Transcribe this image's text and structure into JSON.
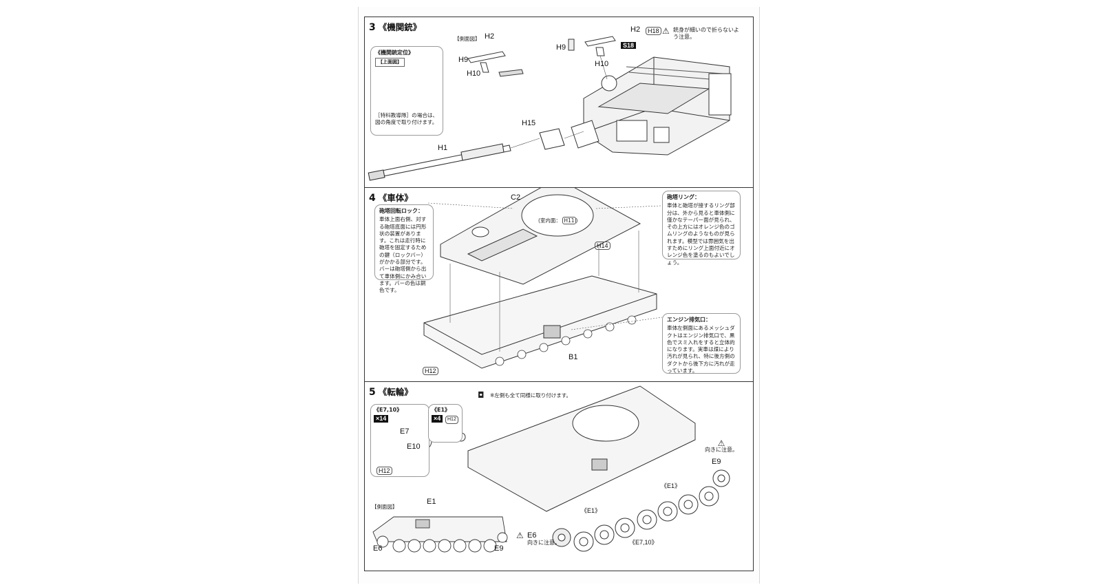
{
  "step3": {
    "number": "3",
    "title": "《機関銃》",
    "mount_box": {
      "title": "《機関銃定位》",
      "view": "【上面図】",
      "note": "［特科教導隊］の場合は、図の角度で取り付けます。"
    },
    "side_view": "【側面図】",
    "caution": "銃身が細いので折らないよう注意。",
    "labels": {
      "h2": "H2",
      "h9": "H9",
      "h10": "H10",
      "h15": "H15",
      "h1": "H1",
      "h18": "H18",
      "badge": "S18"
    }
  },
  "step4": {
    "number": "4",
    "title": "《車体》",
    "lock_box": {
      "title": "砲塔回転ロック：",
      "text": "車体上面右側、対する砲塔底面には円形状の装置があります。これは走行時に砲塔を固定するための鍵（ロックバー）がかかる部分です。バーは砲塔側から出て車体側にかみ合います。バーの色は銅色です。"
    },
    "ring_box": {
      "title": "砲塔リング：",
      "text": "車体と砲塔が接するリング部分は、外から見ると車体側に僅かなテーパー面が見られ、その上方にはオレンジ色のゴムリングのようなものが見られます。模型では雰囲気を出すためにリング上面付近にオレンジ色を塗るのもよいでしょう。"
    },
    "exhaust_box": {
      "title": "エンジン排気口：",
      "text": "車体左側面にあるメッシュダクトはエンジン排気口で、黒色でスミ入れをすると立体的になります。実車は煤により汚れが見られ、特に後方側のダクトから後下方に汚れが走っています。"
    },
    "labels": {
      "c2": "C2",
      "b1": "B1",
      "h11": "H11",
      "h11_note": "(室内面：",
      "h14": "H14",
      "h12": "H12"
    }
  },
  "step5": {
    "number": "5",
    "title": "《転輪》",
    "same_note": "※左側も全て同様に取り付けます。",
    "wheel_box": {
      "title": "《E7,10》",
      "count": "×14",
      "e7": "E7",
      "e10": "E10",
      "h12": "H12"
    },
    "e1_box": {
      "title": "《E1》",
      "count": "×4",
      "h12": "H12"
    },
    "side_view": "【側面図】",
    "caution_e9": "向きに注意。",
    "caution_e6": "向きに注意。",
    "labels": {
      "e9": "E9",
      "e6": "E6",
      "e1": "E1",
      "e1_paren": "《E1》",
      "e7_10_paren": "《E7,10》"
    }
  }
}
